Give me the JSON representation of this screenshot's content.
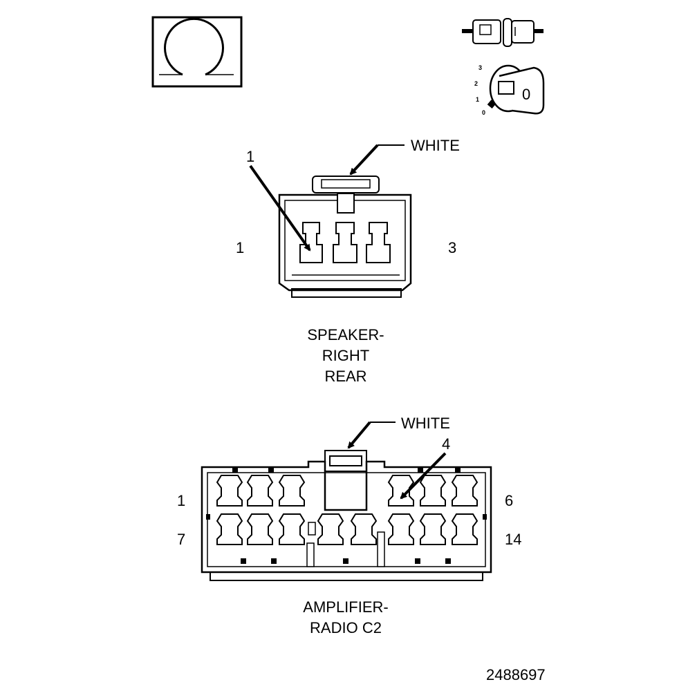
{
  "speaker_connector": {
    "color_label": "WHITE",
    "callout": "1",
    "pin_left": "1",
    "pin_right": "3",
    "caption": [
      "SPEAKER-",
      "RIGHT",
      "REAR"
    ]
  },
  "amplifier_connector": {
    "color_label": "WHITE",
    "callout": "4",
    "pin_top_left": "1",
    "pin_top_right": "6",
    "pin_bottom_left": "7",
    "pin_bottom_right": "14",
    "caption": [
      "AMPLIFIER-",
      "RADIO C2"
    ]
  },
  "ignition_switch": {
    "positions": [
      "3",
      "2",
      "1",
      "0"
    ],
    "key_label": "0"
  },
  "figure_number": "2488697",
  "icons": {
    "ohmmeter": "ohmmeter-icon",
    "connector": "connector-icon",
    "ignition": "ignition-key-icon"
  }
}
